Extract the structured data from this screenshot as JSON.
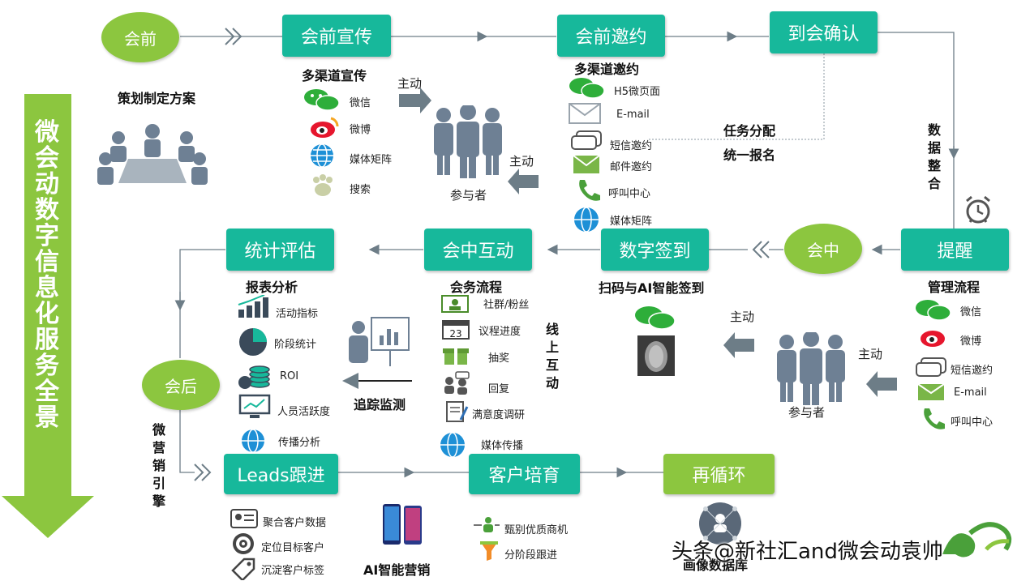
{
  "stages": {
    "pre": "会前",
    "mid": "会中",
    "post": "会后"
  },
  "vertical_banner": "微会动数字信息化服务全景",
  "boxes": {
    "pre_promo": "会前宣传",
    "pre_invite": "会前邀约",
    "confirm": "到会确认",
    "remind": "提醒",
    "sign_in": "数字签到",
    "interact": "会中互动",
    "evaluate": "统计评估",
    "leads": "Leads跟进",
    "nurture": "客户培育",
    "recycle": "再循环"
  },
  "pre": {
    "plan": "策划制定方案",
    "promo_title": "多渠道宣传",
    "promo_items": [
      "微信",
      "微博",
      "媒体矩阵",
      "搜索"
    ],
    "active1": "主动",
    "active2": "主动",
    "participant": "参与者",
    "invite_title": "多渠道邀约",
    "invite_items": [
      "H5微页面",
      "E-mail",
      "短信邀约",
      "邮件邀约",
      "呼叫中心",
      "媒体矩阵"
    ],
    "task1": "任务分配",
    "task2": "统一报名",
    "data_merge": "数据整合"
  },
  "mid": {
    "mgmt_title": "管理流程",
    "mgmt_items": [
      "微信",
      "微博",
      "短信邀约",
      "E-mail",
      "呼叫中心"
    ],
    "active1": "主动",
    "active2": "主动",
    "participant": "参与者",
    "scan_title": "扫码与AI智能签到",
    "affair_title": "会务流程",
    "affair_items": [
      "社群/粉丝",
      "议程进度",
      "抽奖",
      "回复",
      "满意度调研",
      "媒体传播"
    ],
    "online": "线上互动",
    "track": "追踪监测",
    "report_title": "报表分析",
    "report_items": [
      "活动指标",
      "阶段统计",
      "ROI",
      "人员活跃度",
      "传播分析"
    ]
  },
  "post": {
    "engine": "微营销引擎",
    "leads_items": [
      "聚合客户数据",
      "定位目标客户",
      "沉淀客户标签"
    ],
    "ai": "AI智能营销",
    "nurture_items": [
      "甄别优质商机",
      "分阶段跟进"
    ],
    "portrait": "画像数据库"
  },
  "watermark": "头条@新社汇and微会动袁帅",
  "colors": {
    "teal": "#17b89b",
    "green": "#8cc63f",
    "arrow": "#6d7d87",
    "people": "#6e8094"
  }
}
